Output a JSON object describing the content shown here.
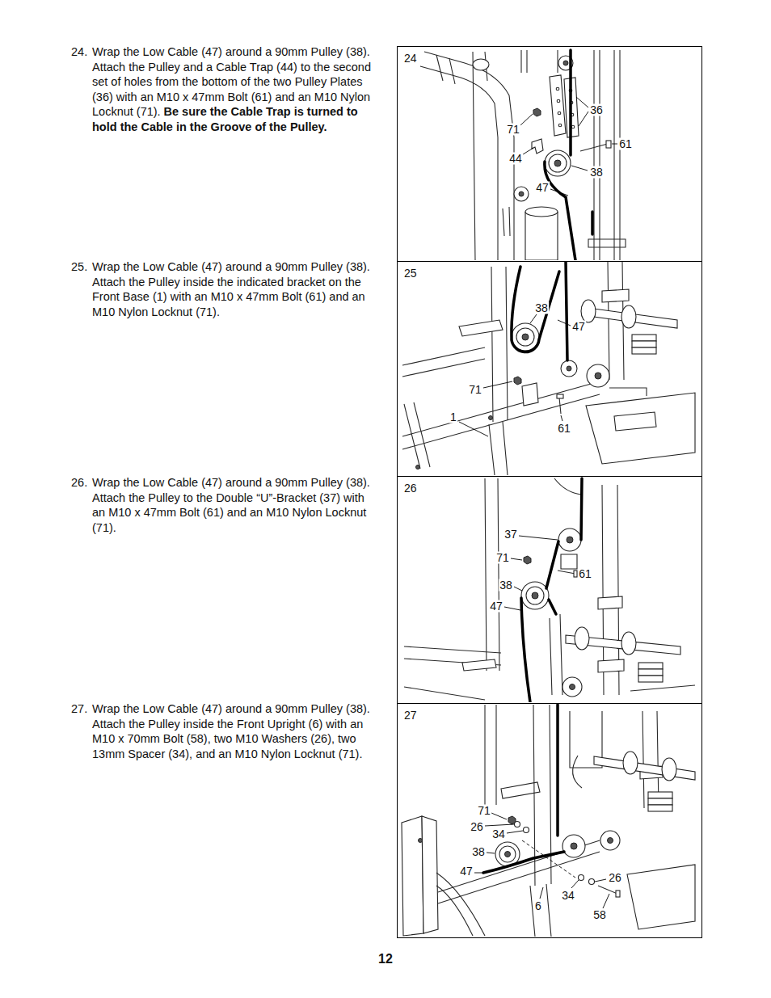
{
  "diagram": {
    "nodes": [
      {
        "text": [
          "24"
        ]
      },
      {
        "text": [
          "25"
        ]
      },
      {
        "text": [
          "26"
        ]
      },
      {
        "text": [
          "27"
        ]
      }
    ],
    "labels": [
      "24.",
      "Wrap the Low Cable (47) around a 90mm Pulley (38). Attach the Pulley and a Cable Trap (44) to the second set of holes from the bottom of the two Pulley Plates (36) with an M10 x 47mm Bolt (61) and an M10 Nylon Locknut (71).",
      "Be sure the Cable Trap is turned to hold the Cable in the Groove of the Pulley.",
      "25.",
      "Wrap the Low Cable (47) around a 90mm Pulley (38). Attach the Pulley inside the indicated bracket on the Front Base (1) with an M10 x 47mm Bolt (61) and an M10 Nylon Locknut (71).",
      "26.",
      "Wrap the Low Cable (47) around a 90mm Pulley (38). Attach the Pulley to the Double “U”-Bracket (37) with an M10 x 47mm Bolt (61) and an M10 Nylon Locknut (71).",
      "27.",
      "Wrap the Low Cable (47) around a 90mm Pulley (38). Attach the Pulley inside the Front Upright (6) with an M10 x 70mm Bolt (58), two M10 Washers (26), two 13mm Spacer (34), and an M10 Nylon Locknut (71).",
      "36",
      "71",
      "61",
      "44",
      "38",
      "47",
      "38",
      "47",
      "71",
      "1",
      "61",
      "37",
      "71",
      "61",
      "38",
      "47",
      "71",
      "26",
      "34",
      "38",
      "47",
      "26",
      "34",
      "6",
      "58",
      "12"
    ]
  }
}
